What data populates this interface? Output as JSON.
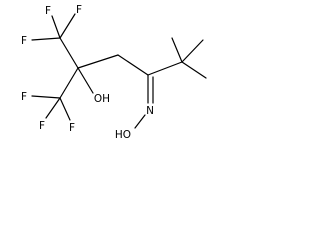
{
  "molecule": {
    "atoms": [
      {
        "id": "F1",
        "label": "F"
      },
      {
        "id": "F2",
        "label": "F"
      },
      {
        "id": "F3",
        "label": "F"
      },
      {
        "id": "F4",
        "label": "F"
      },
      {
        "id": "F5",
        "label": "F"
      },
      {
        "id": "F6",
        "label": "F"
      },
      {
        "id": "OH",
        "label": "OH"
      },
      {
        "id": "HO",
        "label": "HO"
      },
      {
        "id": "N",
        "label": "N"
      }
    ],
    "colors": {
      "bond": "#000000",
      "text": "#000000",
      "background": "#ffffff"
    }
  }
}
